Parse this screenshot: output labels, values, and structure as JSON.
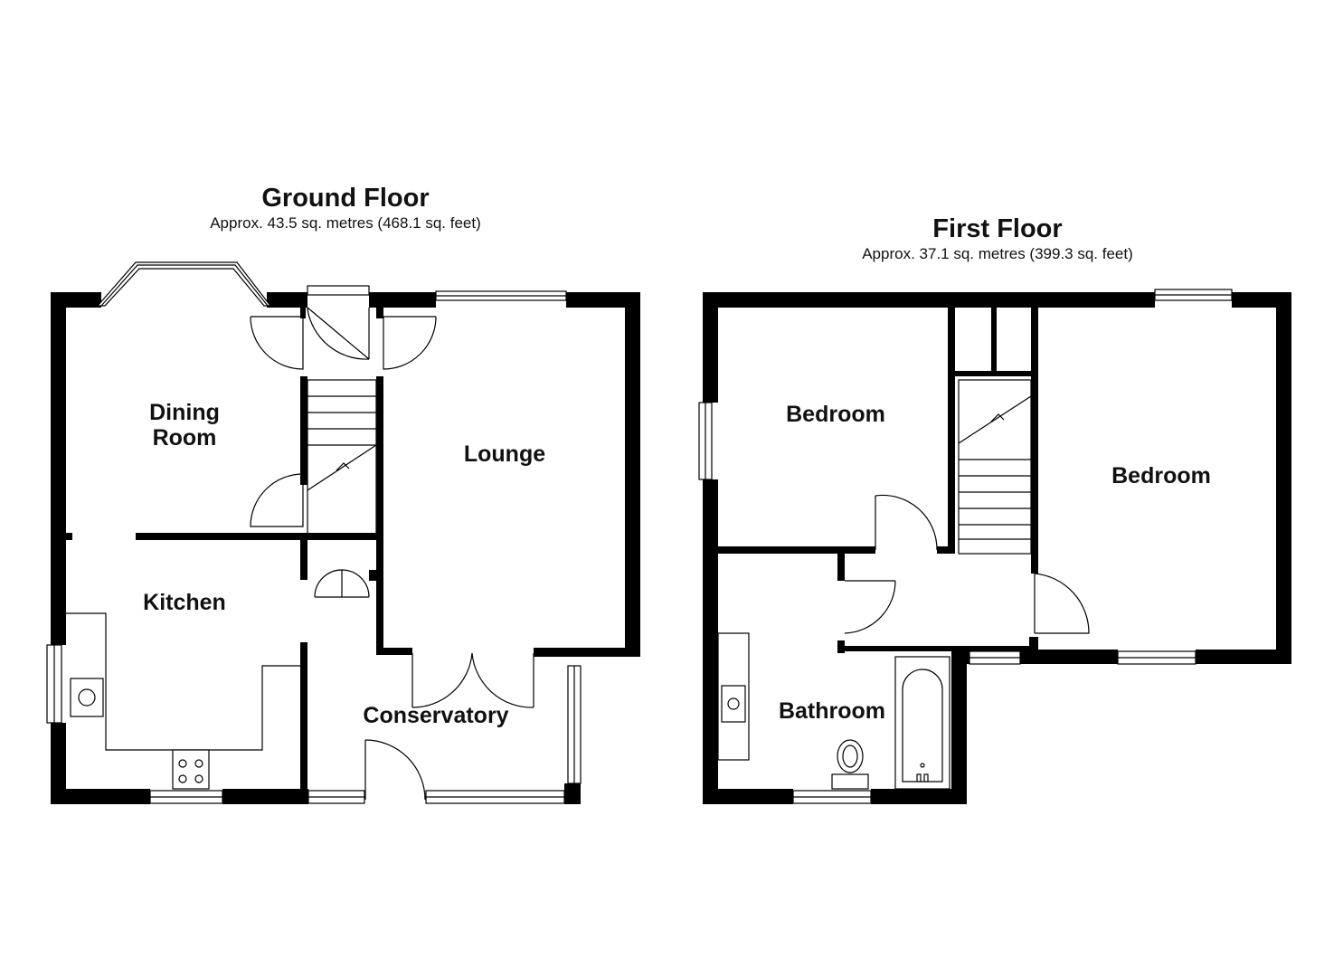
{
  "floors": [
    {
      "title": "Ground Floor",
      "area": "Approx. 43.5 sq. metres (468.1 sq. feet)",
      "rooms": [
        {
          "label": "Dining"
        },
        {
          "label": "Room"
        },
        {
          "label": "Lounge"
        },
        {
          "label": "Kitchen"
        },
        {
          "label": "Conservatory"
        }
      ]
    },
    {
      "title": "First Floor",
      "area": "Approx. 37.1 sq. metres (399.3 sq. feet)",
      "rooms": [
        {
          "label": "Bedroom"
        },
        {
          "label": "Bedroom"
        },
        {
          "label": "Bathroom"
        }
      ]
    }
  ]
}
